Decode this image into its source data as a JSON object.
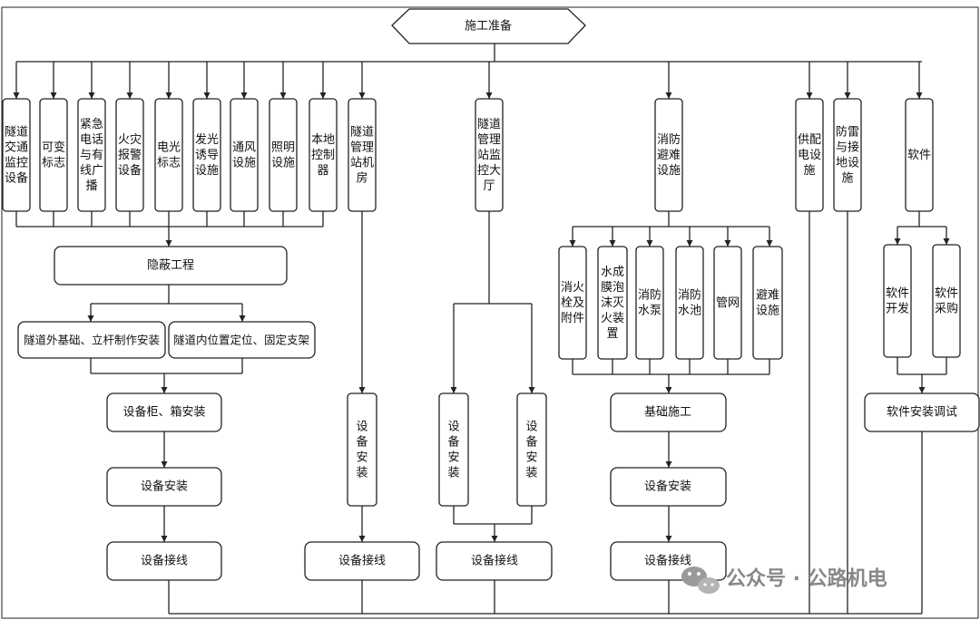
{
  "diagram": {
    "root": "施工准备",
    "level1": {
      "tunnel_traffic": "隧道交通监控设备",
      "variable_sign": "可变标志",
      "emergency_phone": "紧急电话与有线广播",
      "fire_alarm": "火灾报警设备",
      "electric_sign": "电光标志",
      "light_guide": "发光诱导设施",
      "ventilation": "通风设施",
      "lighting": "照明设施",
      "local_controller": "本地控制器",
      "mgmt_room": "隧道管理站机房",
      "monitor_hall": "隧道管理站监控大厅",
      "fire_evac": "消防避难设施",
      "power_supply": "供配电设施",
      "lightning": "防雷与接地设施",
      "software": "软件"
    },
    "group_a": {
      "concealed": "隐蔽工程",
      "outside_foundation": "隧道外基础、立杆制作安装",
      "inside_positioning": "隧道内位置定位、固定支架",
      "cabinet_install": "设备柜、箱安装",
      "equip_install": "设备安装",
      "equip_wiring": "设备接线"
    },
    "group_b": {
      "equip_install": "设备安装",
      "equip_wiring": "设备接线"
    },
    "group_c": {
      "install_left": "设备安装",
      "install_right": "设备安装",
      "equip_wiring": "设备接线"
    },
    "group_d": {
      "hydrant": "消火栓及附件",
      "foam": "水成膜泡沫灭火装置",
      "pump": "消防水泵",
      "pool": "消防水池",
      "pipe": "管网",
      "evac": "避难设施",
      "foundation": "基础施工",
      "equip_install": "设备安装",
      "equip_wiring": "设备接线"
    },
    "group_e": {
      "dev": "软件开发",
      "purchase": "软件采购",
      "debug": "软件安装调试"
    }
  },
  "watermark": {
    "icon": "wechat-icon",
    "text": "公众号 · 公路机电"
  }
}
